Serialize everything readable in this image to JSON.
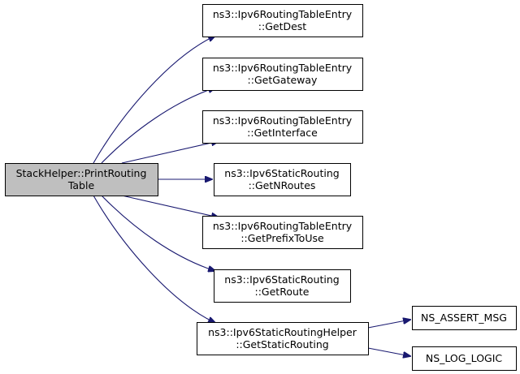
{
  "colors": {
    "edge": "#191970",
    "box_fill": "#ffffff",
    "root_fill": "#bfbfbf",
    "border": "#000000"
  },
  "nodes": [
    {
      "id": "root",
      "lines": [
        "StackHelper::PrintRouting",
        "Table"
      ],
      "root": true
    },
    {
      "id": "getdest",
      "lines": [
        "ns3::Ipv6RoutingTableEntry",
        "::GetDest"
      ]
    },
    {
      "id": "getgateway",
      "lines": [
        "ns3::Ipv6RoutingTableEntry",
        "::GetGateway"
      ]
    },
    {
      "id": "getinterface",
      "lines": [
        "ns3::Ipv6RoutingTableEntry",
        "::GetInterface"
      ]
    },
    {
      "id": "getnroutes",
      "lines": [
        "ns3::Ipv6StaticRouting",
        "::GetNRoutes"
      ]
    },
    {
      "id": "getprefixtouse",
      "lines": [
        "ns3::Ipv6RoutingTableEntry",
        "::GetPrefixToUse"
      ]
    },
    {
      "id": "getroute",
      "lines": [
        "ns3::Ipv6StaticRouting",
        "::GetRoute"
      ]
    },
    {
      "id": "getstaticrouting",
      "lines": [
        "ns3::Ipv6StaticRoutingHelper",
        "::GetStaticRouting"
      ]
    },
    {
      "id": "ns_assert_msg",
      "lines": [
        "NS_ASSERT_MSG"
      ]
    },
    {
      "id": "ns_log_logic",
      "lines": [
        "NS_LOG_LOGIC"
      ]
    }
  ],
  "edges": [
    {
      "from": "root",
      "to": "getdest"
    },
    {
      "from": "root",
      "to": "getgateway"
    },
    {
      "from": "root",
      "to": "getinterface"
    },
    {
      "from": "root",
      "to": "getnroutes"
    },
    {
      "from": "root",
      "to": "getprefixtouse"
    },
    {
      "from": "root",
      "to": "getroute"
    },
    {
      "from": "root",
      "to": "getstaticrouting"
    },
    {
      "from": "getstaticrouting",
      "to": "ns_assert_msg"
    },
    {
      "from": "getstaticrouting",
      "to": "ns_log_logic"
    }
  ]
}
